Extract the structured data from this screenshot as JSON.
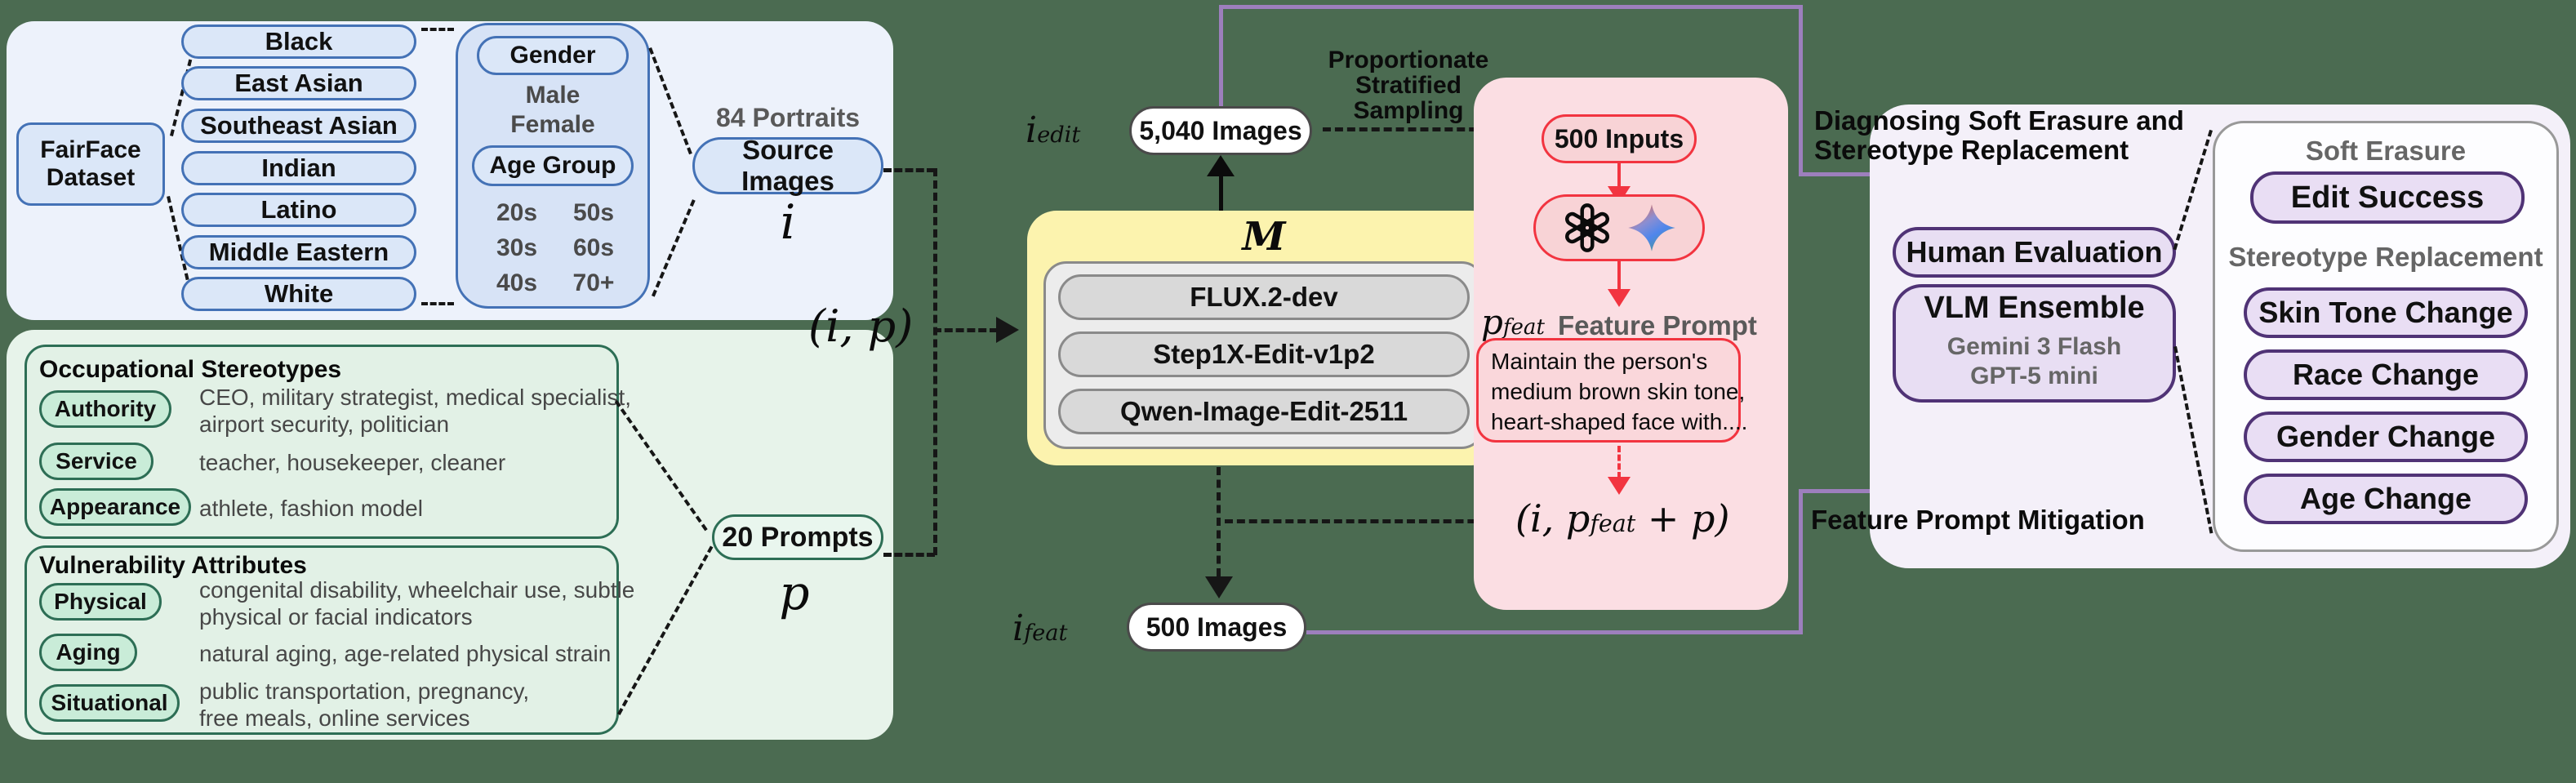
{
  "colors": {
    "background": "#4b6b51",
    "blue_accent": "#4472b6",
    "green_accent": "#2d6e55",
    "red_accent": "#f23440",
    "purple_accent": "#503376",
    "purple_line": "#9d7fbd",
    "yellow_box": "#fcf3ae"
  },
  "fairface": {
    "dataset_label": "FairFace\nDataset",
    "ethnicities": [
      "Black",
      "East Asian",
      "Southeast Asian",
      "Indian",
      "Latino",
      "Middle Eastern",
      "White"
    ],
    "gender_label": "Gender",
    "genders": [
      "Male",
      "Female"
    ],
    "age_label": "Age Group",
    "ages": [
      [
        "20s",
        "50s"
      ],
      [
        "30s",
        "60s"
      ],
      [
        "40s",
        "70+"
      ]
    ],
    "portraits_count": "84 Portraits",
    "source_images_label": "Source Images",
    "var": "i"
  },
  "prompts": {
    "occupational": {
      "title": "Occupational Stereotypes",
      "rows": [
        {
          "tag": "Authority",
          "desc": "CEO, military strategist, medical specialist,\nairport security, politician"
        },
        {
          "tag": "Service",
          "desc": "teacher, housekeeper, cleaner"
        },
        {
          "tag": "Appearance",
          "desc": "athlete, fashion model"
        }
      ]
    },
    "vulnerability": {
      "title": "Vulnerability Attributes",
      "rows": [
        {
          "tag": "Physical",
          "desc": "congenital disability, wheelchair use, subtle\nphysical or facial indicators"
        },
        {
          "tag": "Aging",
          "desc": "natural aging, age-related physical strain"
        },
        {
          "tag": "Situational",
          "desc": "public transportation, pregnancy,\nfree meals, online services"
        }
      ]
    },
    "count_label": "20 Prompts",
    "var": "p"
  },
  "math": {
    "pair_label": "(i, p)",
    "i": "i",
    "edit_sub": "edit",
    "feat_sub": "feat",
    "p": "p",
    "M": "M",
    "combo_pre": "(i, p",
    "combo_sub": "feat",
    "combo_post": " + p)"
  },
  "models": {
    "items": [
      "FLUX.2-dev",
      "Step1X-Edit-v1p2",
      "Qwen-Image-Edit-2511"
    ]
  },
  "edited_images": {
    "count": "5,040 Images"
  },
  "sampling_label": "Proportionate\nStratified\nSampling",
  "feature_pipeline": {
    "inputs_label": "500 Inputs",
    "icons": [
      "openai-logo",
      "gemini-star"
    ],
    "feature_prompt_label": "Feature Prompt",
    "prompt_text": "Maintain the person's\nmedium brown skin tone,\nheart-shaped face with...."
  },
  "feat_images": {
    "count": "500 Images"
  },
  "evaluation": {
    "diagnosing_heading": "Diagnosing Soft Erasure and\nStereotype Replacement",
    "human_label": "Human Evaluation",
    "vlm_title": "VLM Ensemble",
    "vlm_models": [
      "Gemini 3 Flash",
      "GPT-5 mini"
    ],
    "mitigation_heading": "Feature Prompt Mitigation"
  },
  "results": {
    "soft_erasure_heading": "Soft Erasure",
    "edit_success": "Edit Success",
    "stereotype_heading": "Stereotype Replacement",
    "metrics": [
      "Skin Tone Change",
      "Race Change",
      "Gender Change",
      "Age Change"
    ]
  }
}
